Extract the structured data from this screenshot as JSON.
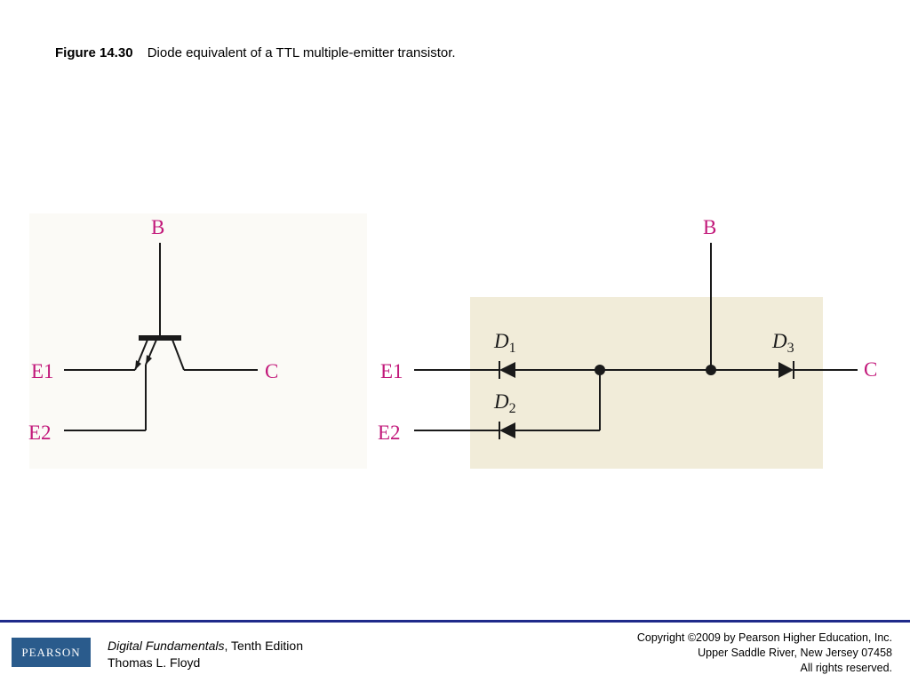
{
  "caption": {
    "figure_number": "Figure 14.30",
    "text": "Diode equivalent of a TTL multiple-emitter transistor."
  },
  "diagram": {
    "left": {
      "base_label": "B",
      "emitter1_label": "E1",
      "emitter2_label": "E2",
      "collector_label": "C"
    },
    "right": {
      "base_label": "B",
      "emitter1_label": "E1",
      "emitter2_label": "E2",
      "collector_label": "C",
      "diodes": [
        {
          "letter": "D",
          "sub": "1"
        },
        {
          "letter": "D",
          "sub": "2"
        },
        {
          "letter": "D",
          "sub": "3"
        }
      ]
    },
    "colors": {
      "terminal_label": "#c2187a",
      "highlight_box": "#f1ecd9",
      "wire": "#1a1a1a"
    }
  },
  "footer": {
    "logo_text": "PEARSON",
    "book_title": "Digital Fundamentals",
    "edition": ", Tenth Edition",
    "author": "Thomas L. Floyd",
    "copyright_lines": [
      "Copyright ©2009 by Pearson Higher Education, Inc.",
      "Upper Saddle River, New Jersey 07458",
      "All rights reserved."
    ],
    "colors": {
      "rule": "#1f2a8a",
      "logo_bg": "#2a5b8c"
    }
  }
}
